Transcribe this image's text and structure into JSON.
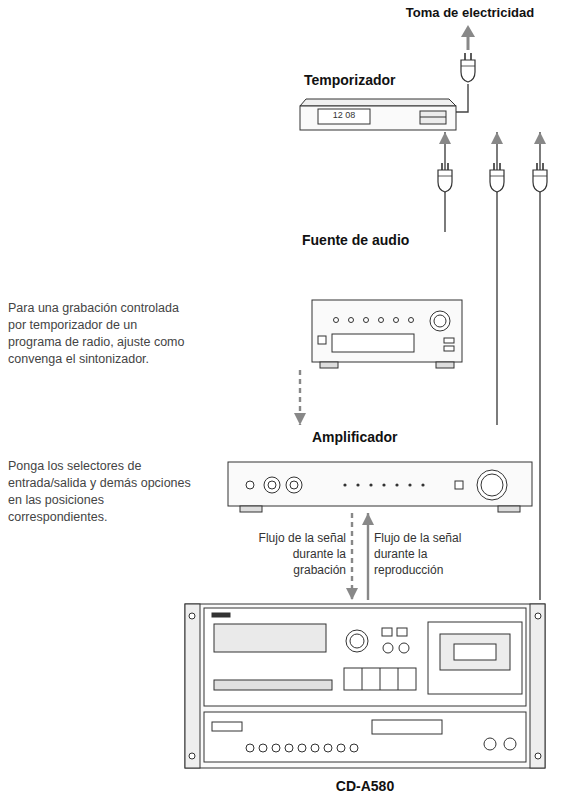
{
  "diagram": {
    "nodes": [
      {
        "text": [
          "Temporizador"
        ]
      },
      {
        "text": [
          "Fuente de audio"
        ]
      },
      {
        "text": [
          "Amplificador"
        ]
      },
      {
        "text": [
          "CD-A580"
        ]
      }
    ],
    "edges": [
      {
        "from": 1,
        "to": 0,
        "arrow": "to"
      },
      {
        "from": 2,
        "to": 0,
        "arrow": "to"
      },
      {
        "from": 3,
        "to": 0,
        "arrow": "to"
      },
      {
        "from": 1,
        "to": 2,
        "arrow": "to"
      },
      {
        "from": 2,
        "to": 3,
        "label": "Flujo de la señal durante la grabación",
        "arrow": "to"
      },
      {
        "from": 3,
        "to": 2,
        "label": "Flujo de la señal durante la reproducción",
        "arrow": "to"
      }
    ],
    "labels": [
      "Toma de electricidad",
      "12 08",
      "Para una grabación controlada por temporizador de un programa de radio, ajuste como convenga el sintonizador.",
      "Ponga los selectores de entrada/salida y demás opciones en las posiciones correspondientes."
    ]
  }
}
